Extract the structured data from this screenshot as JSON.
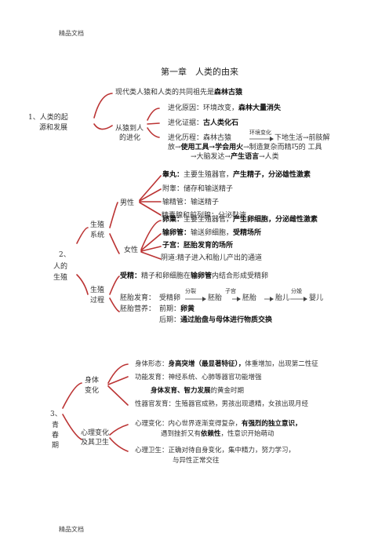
{
  "header_label": "精品文档",
  "footer_label": "精品文档",
  "title": "第一章　人类的由来",
  "s1": {
    "label_a": "1、人类的起",
    "label_b": "源和发展",
    "common_ancestor": "现代类人猿和人类的共同祖先是",
    "common_ancestor_b": "森林古猿",
    "evolution_a": "从猿到人",
    "evolution_b": "的进化",
    "reason": "进化原因：环境改变，",
    "reason_b": "森林大量消失",
    "evidence": "进化证据：",
    "evidence_b": "古人类化石",
    "process_a": "进化历程：森林古猿",
    "process_env": "环境变化",
    "process_b": "下地生活→前肢解",
    "process_c1": "放→",
    "process_c2": "使用工具→学会用火",
    "process_c3": "→制造复杂而精巧的 工具",
    "process_d1": "→大脑发达→",
    "process_d2": "产生语言",
    "process_d3": "→人类"
  },
  "s2": {
    "label_a": "2、",
    "label_b": "人的",
    "label_c": "生殖",
    "system_a": "生殖",
    "system_b": "系统",
    "male": "男性",
    "testis_a": "睾丸：",
    "testis_b": "主要生殖器官，",
    "testis_c": "产生精子，分泌雄性激素",
    "epididymis": "附睾：储存和输送精子",
    "vas": "输精管：输送精子",
    "glands": "精囊腺和前列腺：分泌黏液",
    "female": "女性",
    "ovary_a": "卵巢：",
    "ovary_b": "主要生殖器官，",
    "ovary_c": "产生卵细胞，分泌雌性激素",
    "oviduct_a": "输卵管：",
    "oviduct_b": "输送卵细胞，",
    "oviduct_c": "受精场所",
    "uterus_a": "子宫：",
    "uterus_b": "胚胎发育的场所",
    "vagina": "阴道:精子进入和胎儿产出的通道",
    "process_a": "生殖",
    "process_b": "过程",
    "fert_a": "受精：",
    "fert_b": "精子和卵细胞在",
    "fert_c": "输卵管",
    "fert_d": "内结合形成受精卵",
    "embryo_dev": "胚胎发育：",
    "zygote": "受精卵",
    "split": "分裂",
    "embryo": "胚胎",
    "uterus_word": "子宫",
    "embryo2": "胚胎",
    "fetus": "胎儿",
    "delivery": "分娩",
    "baby": "婴儿",
    "nutrition_a": "胚胎营养：",
    "nutrition_b": "前期：",
    "nutrition_c": "卵黄",
    "later_a": "后期：",
    "later_b": "通过胎盘与母体进行物质交换"
  },
  "s3": {
    "label_a": "3、",
    "label_b": "青",
    "label_c": "春",
    "label_d": "期",
    "body_a": "身体",
    "body_b": "变化",
    "shape_a": "身体形态：",
    "shape_b": "身高突增（最显著特征），",
    "shape_c": "体重增加，出现第二性征",
    "func": "功能发育：神经系统、心肺等器官功能增强",
    "golden_a": "身体发育、智力发展",
    "golden_b": "的黄金时期",
    "sex_organ": "性器官发育：生殖器官成熟，男孩出现遗精，女孩出现月经",
    "psych_a": "心理变化",
    "psych_b": "及其卫生",
    "psych_change_a": "心理变化：内心世界逐渐变得复杂，",
    "psych_change_b": "有强烈的独立意识，",
    "psych_change_c": "遇到挫折又有",
    "psych_change_d": "依赖性",
    "psych_change_e": "，性意识开始萌动",
    "hygiene_a": "心理卫生：正确对待自身变化，集中精力，努力学习，",
    "hygiene_b": "与异性正常交往"
  }
}
